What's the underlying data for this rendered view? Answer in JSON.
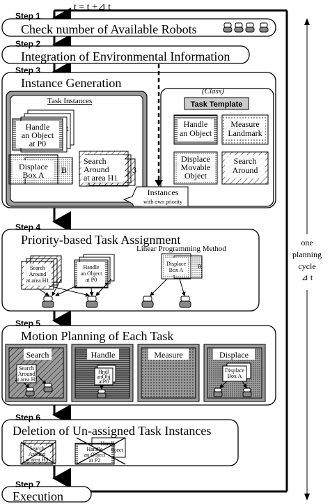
{
  "cycle_label": "t = t +⊿ t",
  "steps": [
    {
      "tag": "Step 1",
      "title": "Check number of Available Robots"
    },
    {
      "tag": "Step 2",
      "title": "Integration of Environmental Information"
    },
    {
      "tag": "Step 3",
      "title": "Instance Generation"
    },
    {
      "tag": "Step 4",
      "title": "Priority-based Task Assignment"
    },
    {
      "tag": "Step 5",
      "title": "Motion Planning of Each Task"
    },
    {
      "tag": "Step 6",
      "title": "Deletion of Un-assigned Task Instances"
    },
    {
      "tag": "Step 7",
      "title": "Execution"
    }
  ],
  "instances": {
    "header": "Task Instances",
    "handle": [
      "Handle",
      "an Object",
      "at P0"
    ],
    "displace": [
      "Displace",
      "Box A"
    ],
    "search": [
      "Search",
      "Around",
      "at area H1"
    ],
    "peek_1": "B",
    "peek_2": "2",
    "peek_3": "3",
    "peek_4": "t"
  },
  "class_box": {
    "label": "(Class)",
    "header": "Task Template",
    "handle": [
      "Handle",
      "an Object"
    ],
    "measure": [
      "Measure",
      "Landmark"
    ],
    "displace": [
      "Displace",
      "Movable",
      "Object"
    ],
    "search": [
      "Search",
      "Around"
    ]
  },
  "callout": {
    "line1": "Instances",
    "line2": "with own priority"
  },
  "step4": {
    "method": "Linear Programming Method",
    "search": [
      "Search",
      "Around",
      "at area H1"
    ],
    "handle": [
      "Handle",
      "an Object",
      "at P0"
    ],
    "displace": [
      "Displace",
      "Box A"
    ],
    "peek": "B"
  },
  "step5": {
    "search": "Search",
    "handle": "Handle",
    "measure": "Measure",
    "displace": "Displace",
    "search_sub": [
      "Search",
      "Around",
      "at area H1"
    ],
    "handle_sub": [
      "Hndl",
      "anObj",
      "atP0"
    ],
    "displace_sub": [
      "Displace",
      "Box A"
    ]
  },
  "step6": {
    "search": [
      "Search",
      "Around",
      "at area H3"
    ],
    "handle": [
      "Handle",
      "an Object",
      "at P2"
    ],
    "back": [
      "Handle",
      "Object"
    ]
  },
  "side": {
    "line1": "one",
    "line2": "planning",
    "line3": "cycle",
    "line4": "⊿ t"
  }
}
